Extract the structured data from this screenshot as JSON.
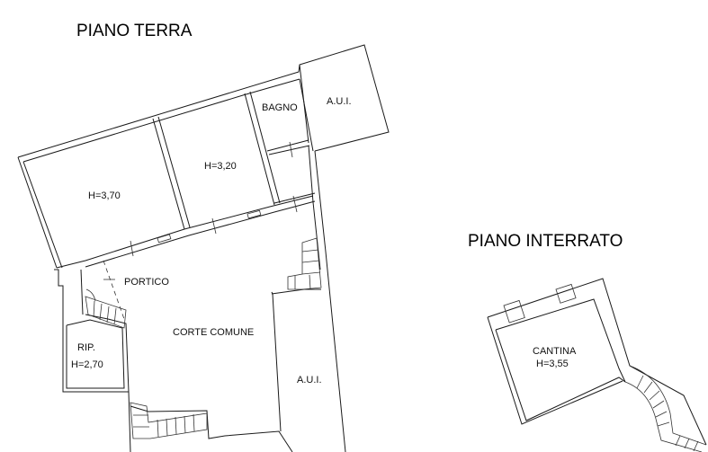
{
  "titles": {
    "ground_floor": "PIANO TERRA",
    "basement": "PIANO INTERRATO"
  },
  "rooms": {
    "bagno": "BAGNO",
    "aui_top": "A.U.I.",
    "room1_height": "H=3,70",
    "room2_height": "H=3,20",
    "portico": "PORTICO",
    "corte": "CORTE COMUNE",
    "rip_name": "RIP.",
    "rip_height": "H=2,70",
    "aui_right": "A.U.I.",
    "cantina_name": "CANTINA",
    "cantina_height": "H=3,55"
  }
}
